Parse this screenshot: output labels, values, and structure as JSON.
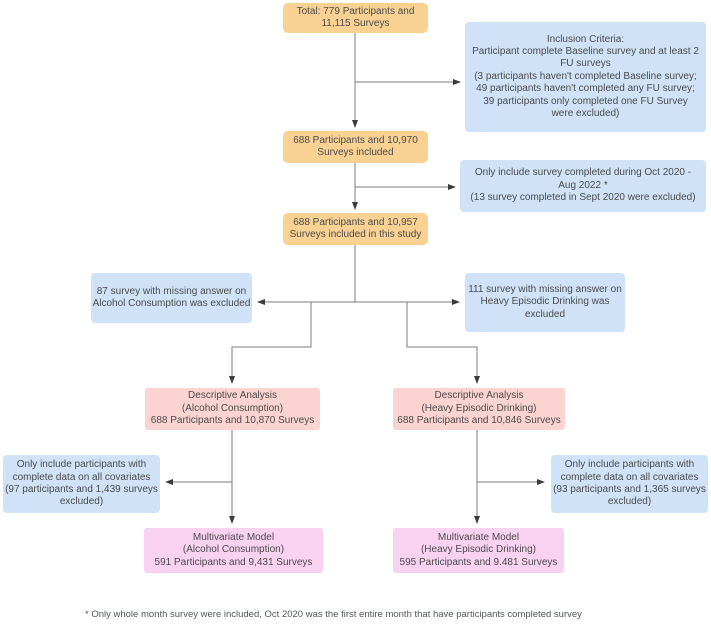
{
  "flowchart": {
    "boxes": {
      "total": {
        "label": "Total: 779 Participants and\n11,115 Surveys"
      },
      "inclusion_criteria": {
        "label": "Inclusion Criteria:\nParticipant complete Baseline survey and at least 2\nFU surveys\n(3 participants haven't completed Baseline survey;\n49 participants haven't completed any FU survey;\n39 participants only completed one FU Survey\nwere excluded)"
      },
      "included": {
        "label": "688 Participants and 10,970\nSurveys included"
      },
      "date_filter": {
        "label": "Only include survey completed during Oct 2020 -\nAug 2022 *\n(13 survey completed in Sept 2020 were excluded)"
      },
      "study_included": {
        "label": "688 Participants and 10,957\nSurveys included in this study"
      },
      "alcohol_missing": {
        "label": "87 survey with missing answer on\nAlcohol Consumption was excluded"
      },
      "hed_missing": {
        "label": "111 survey with missing answer on\nHeavy Episodic Drinking was\nexcluded"
      },
      "descriptive_alcohol": {
        "label": "Descriptive Analysis\n(Alcohol Consumption)\n688 Participants and 10,870 Surveys"
      },
      "descriptive_hed": {
        "label": "Descriptive Analysis\n(Heavy Episodic Drinking)\n688 Participants and 10,846 Surveys"
      },
      "covariates_alcohol": {
        "label": "Only include participants with\ncomplete data on all covariates\n(97 participants and 1,439 surveys\nexcluded)"
      },
      "covariates_hed": {
        "label": "Only include participants with\ncomplete data on all covariates\n(93 participants and 1,365 surveys\nexcluded)"
      },
      "multivariate_alcohol": {
        "label": "Multivariate Model\n(Alcohol Consumption)\n591 Participants and 9,431 Surveys"
      },
      "multivariate_hed": {
        "label": "Multivariate Model\n(Heavy Episodic Drinking)\n595 Participants and 9.481 Surveys"
      }
    },
    "footnote": "* Only whole month survey were included, Oct 2020 was the first entire month that have participants completed survey",
    "colors": {
      "stage_fill": "#f8d193",
      "note_fill": "#cfe2f7",
      "descriptive_fill": "#fbd4d1",
      "multivariate_fill": "#f9d2f2",
      "connector": "#7a7d80",
      "arrowhead": "#3b3b3b",
      "text": "#4b4b4b"
    }
  }
}
